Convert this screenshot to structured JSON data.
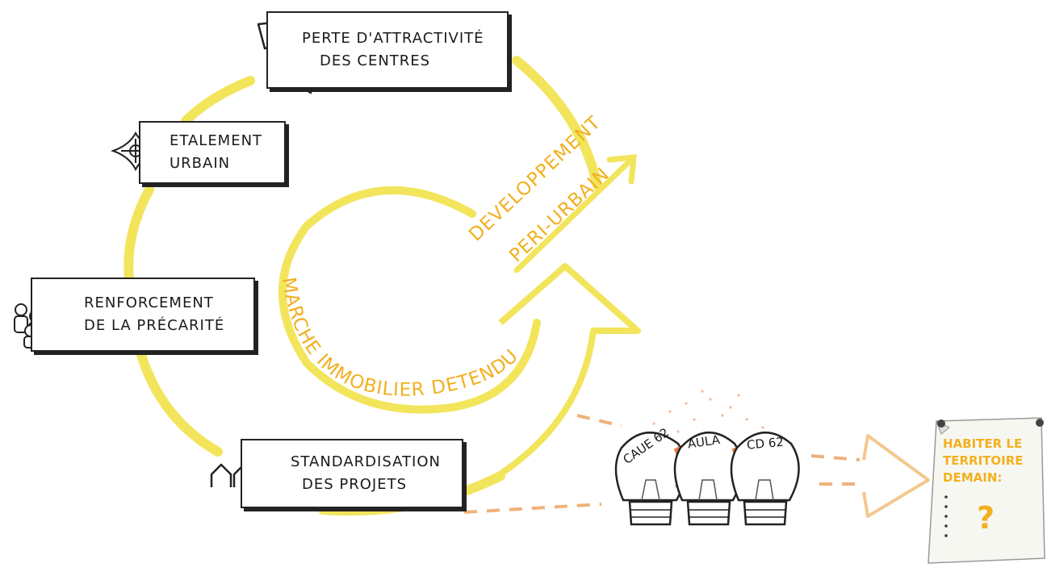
{
  "diagram": {
    "boxes": {
      "perte": {
        "line1": "PERTE D'ATTRACTIVITÉ",
        "line2": "DES CENTRES"
      },
      "etalement": {
        "line1": "ETALEMENT",
        "line2": "URBAIN"
      },
      "renforcement": {
        "line1": "RENFORCEMENT",
        "line2": "DE LA PRÉCARITÉ"
      },
      "standardisation": {
        "line1": "STANDARDISATION",
        "line2": "DES PROJETS"
      }
    },
    "curved_labels": {
      "marche": "MARCHE IMMOBILIER DETENDU",
      "developpement_1": "DEVELOPPEMENT",
      "developpement_2": "PERI-URBAIN"
    },
    "bulbs": [
      "CAUE 62",
      "AULA",
      "CD 62"
    ],
    "note": {
      "text": "HABITER LE\nTERRITOIRE\nDEMAIN:",
      "question": "?"
    },
    "colors": {
      "cycle_yellow": "#f2e55c",
      "label_orange": "#f2b01f",
      "bulb_accent": "#e8804a",
      "dash_orange": "#f0b27a",
      "ink": "#222222"
    },
    "icons": [
      "lightning-arrow-icon",
      "compass-star-icon",
      "people-euro-icon",
      "houses-icon"
    ]
  }
}
